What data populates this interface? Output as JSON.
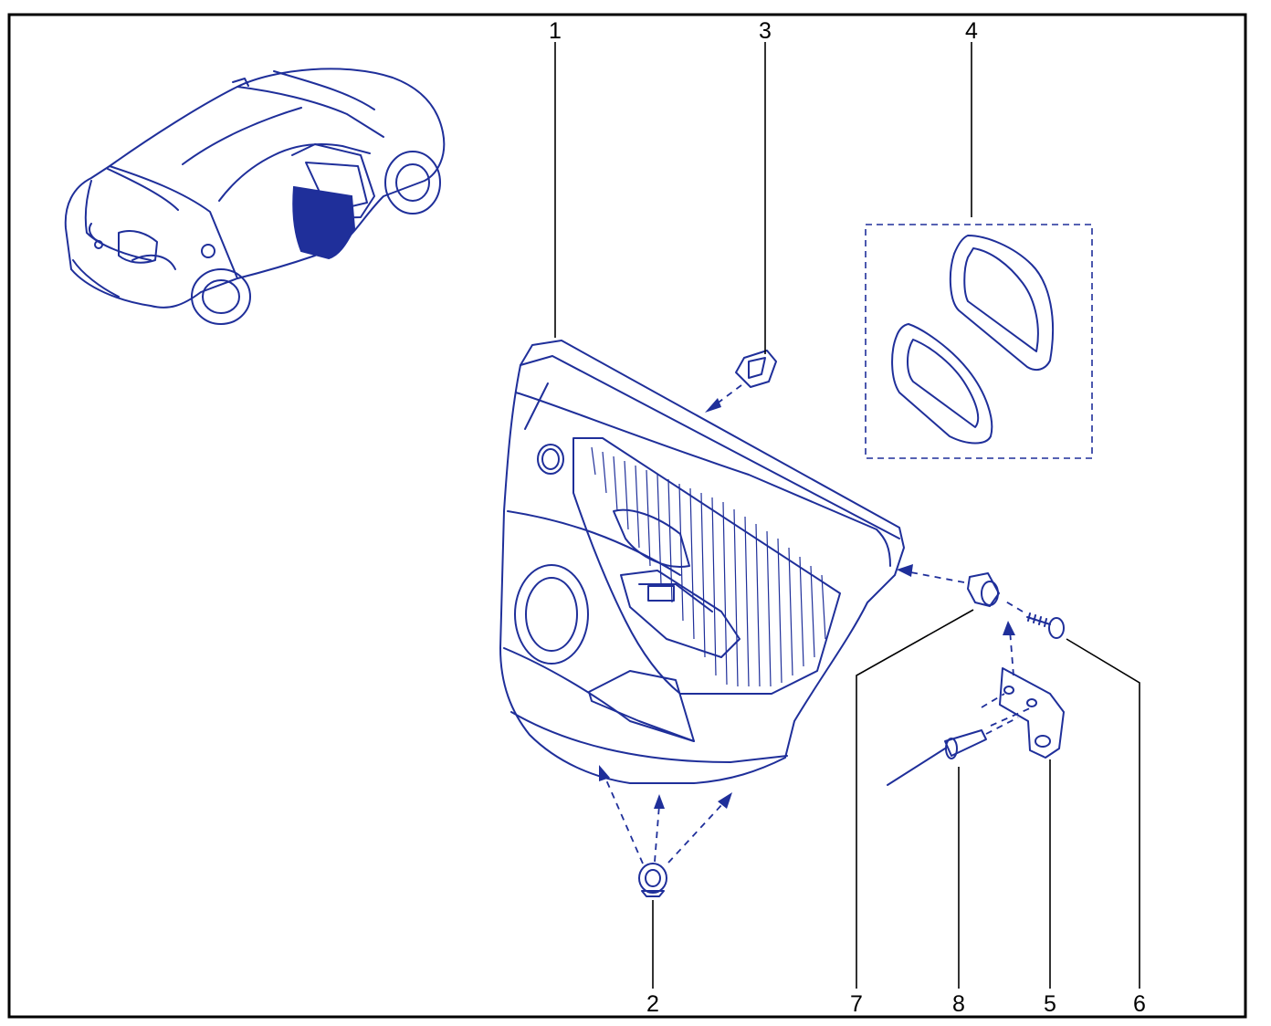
{
  "colors": {
    "line": "#1f2f9a",
    "highlight": "#1f2f9a",
    "frame": "#000000",
    "background": "#ffffff"
  },
  "callouts": [
    {
      "id": "panel",
      "number": "1"
    },
    {
      "id": "fastener-clip",
      "number": "2"
    },
    {
      "id": "upper-clip",
      "number": "3"
    },
    {
      "id": "handle-trim-set",
      "number": "4"
    },
    {
      "id": "bracket",
      "number": "5"
    },
    {
      "id": "screw",
      "number": "6"
    },
    {
      "id": "grommet",
      "number": "7"
    },
    {
      "id": "rivet",
      "number": "8"
    }
  ]
}
